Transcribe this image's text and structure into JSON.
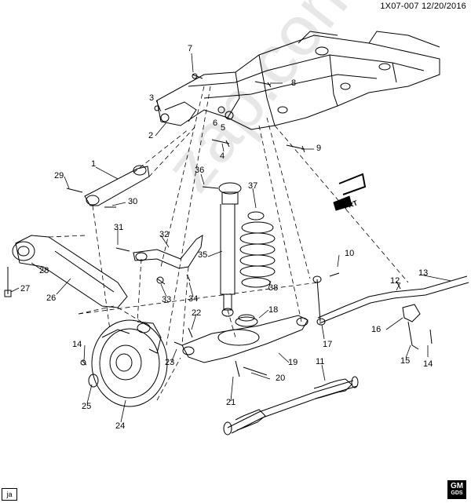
{
  "header": {
    "diagram_id": "1X07-007",
    "date": "12/20/2016"
  },
  "watermark": "zap.com",
  "direction_label": "FRT",
  "footer": {
    "tag": "ja",
    "logo_line1": "GM",
    "logo_line2": "GDS"
  },
  "callouts": [
    {
      "id": "1",
      "label": "1"
    },
    {
      "id": "2",
      "label": "2"
    },
    {
      "id": "3",
      "label": "3"
    },
    {
      "id": "4",
      "label": "4"
    },
    {
      "id": "5",
      "label": "5"
    },
    {
      "id": "6",
      "label": "6"
    },
    {
      "id": "7",
      "label": "7"
    },
    {
      "id": "8",
      "label": "8"
    },
    {
      "id": "9",
      "label": "9"
    },
    {
      "id": "10",
      "label": "10"
    },
    {
      "id": "11",
      "label": "11"
    },
    {
      "id": "12",
      "label": "12"
    },
    {
      "id": "13",
      "label": "13"
    },
    {
      "id": "14a",
      "label": "14"
    },
    {
      "id": "14b",
      "label": "14"
    },
    {
      "id": "15",
      "label": "15"
    },
    {
      "id": "16",
      "label": "16"
    },
    {
      "id": "17",
      "label": "17"
    },
    {
      "id": "18",
      "label": "18"
    },
    {
      "id": "19",
      "label": "19"
    },
    {
      "id": "20",
      "label": "20"
    },
    {
      "id": "21",
      "label": "21"
    },
    {
      "id": "22",
      "label": "22"
    },
    {
      "id": "23",
      "label": "23"
    },
    {
      "id": "24",
      "label": "24"
    },
    {
      "id": "25",
      "label": "25"
    },
    {
      "id": "26",
      "label": "26"
    },
    {
      "id": "27",
      "label": "27"
    },
    {
      "id": "28",
      "label": "28"
    },
    {
      "id": "29",
      "label": "29"
    },
    {
      "id": "30",
      "label": "30"
    },
    {
      "id": "31",
      "label": "31"
    },
    {
      "id": "32",
      "label": "32"
    },
    {
      "id": "33",
      "label": "33"
    },
    {
      "id": "34",
      "label": "34"
    },
    {
      "id": "35",
      "label": "35"
    },
    {
      "id": "36",
      "label": "36"
    },
    {
      "id": "37",
      "label": "37"
    },
    {
      "id": "38",
      "label": "38"
    }
  ]
}
